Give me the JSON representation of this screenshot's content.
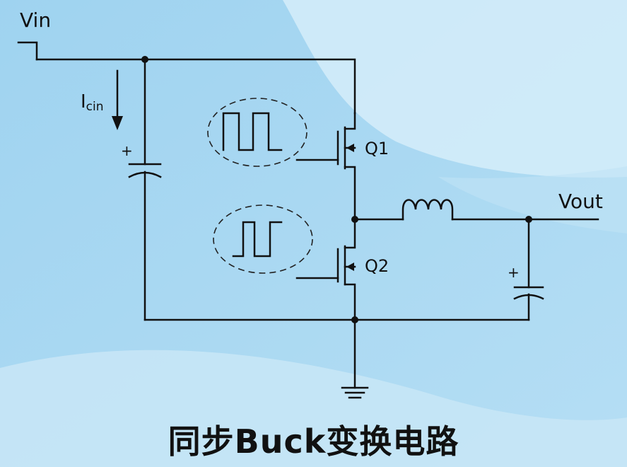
{
  "title": "同步Buck变换电路",
  "labels": {
    "vin": "Vin",
    "vout": "Vout",
    "q1": "Q1",
    "q2": "Q2",
    "icin_main": "I",
    "icin_sub": "cin",
    "plus": "+"
  },
  "colors": {
    "wire": "#111111",
    "background_light": "#cdeaf8",
    "background_mid": "#a6d6f1"
  }
}
